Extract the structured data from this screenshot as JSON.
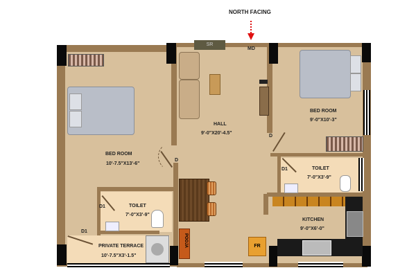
{
  "header": {
    "orientation": "NORTH FACING"
  },
  "rooms": {
    "bedroom_left": {
      "name": "BED ROOM",
      "size": "10'-7.5\"X13'-6\""
    },
    "hall": {
      "name": "HALL",
      "size": "9'-0\"X20'-4.5\""
    },
    "bedroom_right": {
      "name": "BED ROOM",
      "size": "9'-0\"X10'-3\""
    },
    "toilet_left": {
      "name": "TOILET",
      "size": "7'-0\"X3'-9\""
    },
    "toilet_right": {
      "name": "TOILET",
      "size": "7'-0\"X3'-9\""
    },
    "kitchen": {
      "name": "KITCHEN",
      "size": "9'-0\"X6'-0\""
    },
    "terrace": {
      "name": "PRIVATE TERRACE",
      "size": "10'-7.5\"X3'-1.5\""
    }
  },
  "labels": {
    "sr": "SR",
    "md": "MD",
    "pooja": "POOJA",
    "fr": "FR",
    "door_d": "D",
    "door_d1": "D1"
  },
  "colors": {
    "wall": "#9a7a52",
    "floor": "#d8c09c",
    "arrow": "#e01010"
  }
}
